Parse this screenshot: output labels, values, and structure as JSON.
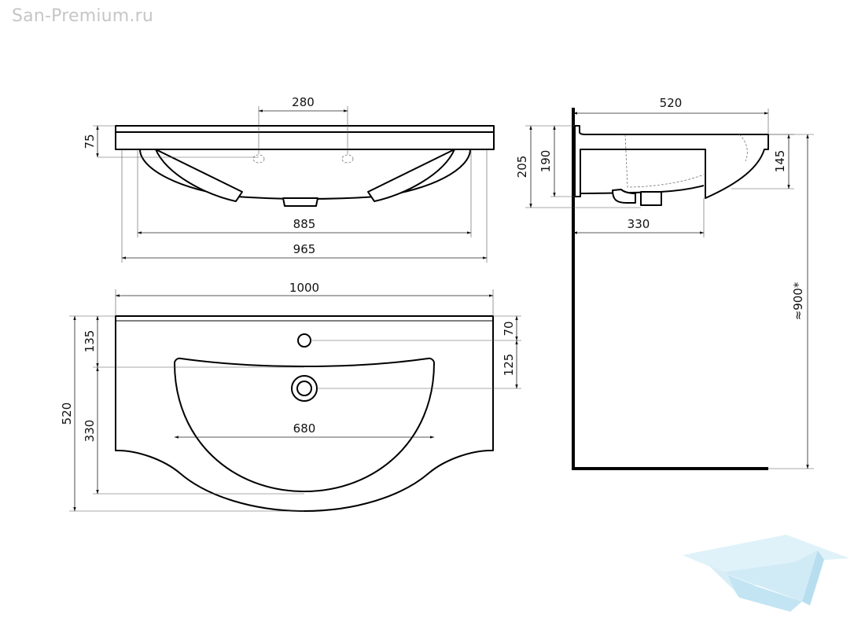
{
  "watermark": "San-Premium.ru",
  "dimensions": {
    "tap_spacing": "280",
    "rim_height": "75",
    "inner_width": "885",
    "outer_width_side": "965",
    "total_width": "1000",
    "depth_left": "520",
    "back_to_bowl": "135",
    "bowl_depth": "330",
    "back_to_tap_hole": "70",
    "tap_to_drain": "125",
    "bowl_width": "680",
    "side_depth": "520",
    "side_total_height": "205",
    "side_rim_height": "190",
    "side_bowl_height": "145",
    "side_drain_offset": "330",
    "install_height": "≈900*"
  },
  "colors": {
    "lines": "#000000",
    "watermark": "#c6c6c6",
    "logo": "#bfe4f2"
  }
}
